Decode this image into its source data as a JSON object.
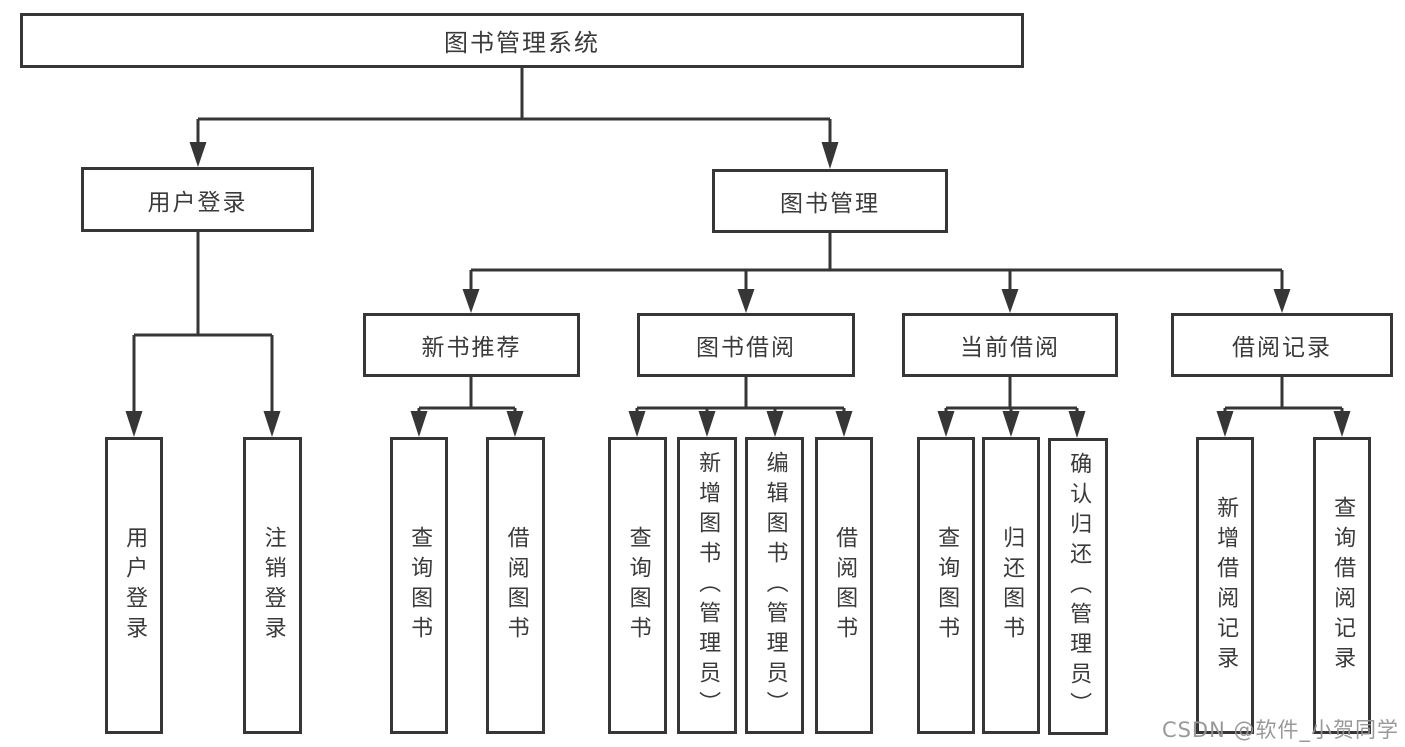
{
  "tree": {
    "root": {
      "label": "图书管理系统",
      "children": [
        {
          "label": "用户登录",
          "children": [
            {
              "label": "用户登录"
            },
            {
              "label": "注销登录"
            }
          ]
        },
        {
          "label": "图书管理",
          "children": [
            {
              "label": "新书推荐",
              "children": [
                {
                  "label": "查询图书"
                },
                {
                  "label": "借阅图书"
                }
              ]
            },
            {
              "label": "图书借阅",
              "children": [
                {
                  "label": "查询图书"
                },
                {
                  "label": "新增图书（管理员）"
                },
                {
                  "label": "编辑图书（管理员）"
                },
                {
                  "label": "借阅图书"
                }
              ]
            },
            {
              "label": "当前借阅",
              "children": [
                {
                  "label": "查询图书"
                },
                {
                  "label": "归还图书"
                },
                {
                  "label": "确认归还（管理员）"
                }
              ]
            },
            {
              "label": "借阅记录",
              "children": [
                {
                  "label": "新增借阅记录"
                },
                {
                  "label": "查询借阅记录"
                }
              ]
            }
          ]
        }
      ]
    }
  },
  "watermark": "CSDN @软件_小贺同学",
  "colors": {
    "line": "#363636",
    "border": "#363636",
    "text": "#3a3a3a",
    "watermark": "#949494",
    "background": "#ffffff"
  }
}
